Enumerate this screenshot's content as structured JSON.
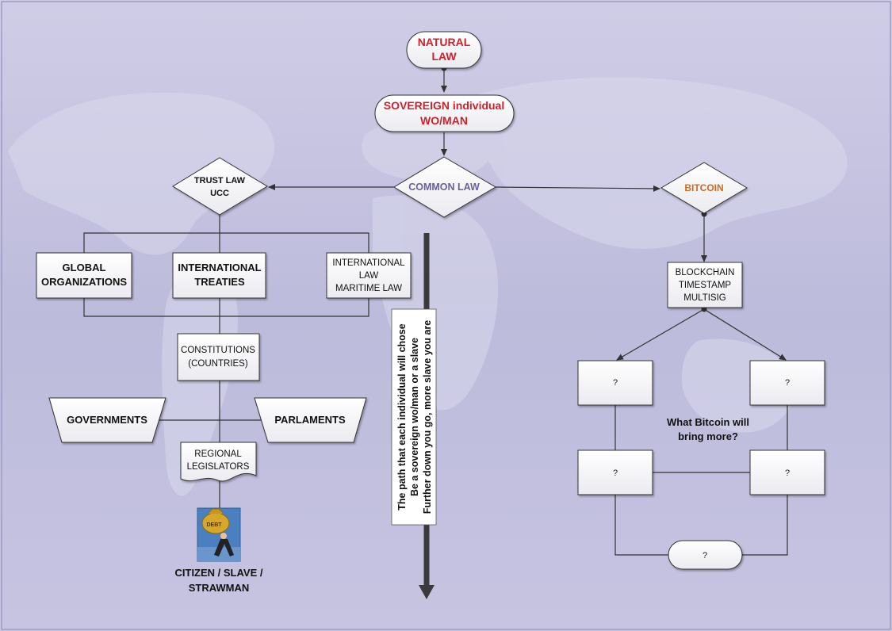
{
  "nodes": {
    "natural_law": [
      "NATURAL",
      "LAW"
    ],
    "sovereign": [
      "SOVEREIGN individual",
      "WO/MAN"
    ],
    "common_law": "COMMON LAW",
    "trust_law": [
      "TRUST LAW",
      "UCC"
    ],
    "bitcoin": "BITCOIN",
    "global_orgs": [
      "GLOBAL",
      "ORGANIZATIONS"
    ],
    "intl_treaties": [
      "INTERNATIONAL",
      "TREATIES"
    ],
    "intl_law": [
      "INTERNATIONAL",
      "LAW",
      "MARITIME LAW"
    ],
    "blockchain": [
      "BLOCKCHAIN",
      "TIMESTAMP",
      "MULTISIG"
    ],
    "constitutions": [
      "CONSTITUTIONS",
      "(COUNTRIES)"
    ],
    "governments": "GOVERNMENTS",
    "parlaments": "PARLAMENTS",
    "regional": [
      "REGIONAL",
      "LEGISLATORS"
    ],
    "citizen": [
      "CITIZEN / SLAVE /",
      "STRAWMAN"
    ],
    "debt_label": "DEBT",
    "question": "?",
    "bitcoin_more": [
      "What Bitcoin will",
      "bring more?"
    ]
  },
  "path_text": [
    "The path that each individual will chose",
    "Be a sovereign wo/man or a slave",
    "Further down you go, more slave you are"
  ],
  "colors": {
    "background": "#c5c3e0",
    "node_fill": "#ffffff",
    "red_text": "#d21f2a",
    "common_law_text": "#6a5e9e",
    "bitcoin_text": "#d2691e",
    "arrow_dark": "#3a3a3a"
  }
}
